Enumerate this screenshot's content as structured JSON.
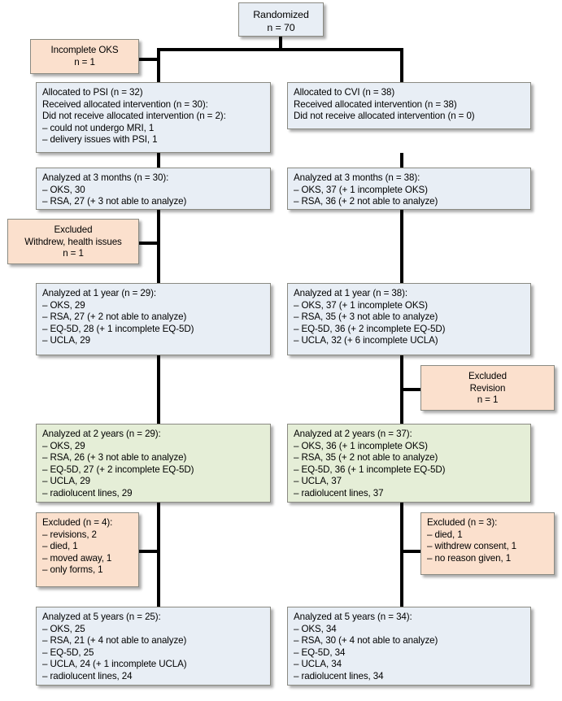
{
  "diagram": {
    "type": "consort-flow-diagram",
    "colors": {
      "allocation_box": "#e8eef5",
      "two_year_box": "#e5eed7",
      "excluded_box": "#fbe0cd",
      "line": "#000000",
      "border": "#8a8a82"
    },
    "arms": [
      "PSI",
      "CVI"
    ]
  },
  "randomized": {
    "line1": "Randomized",
    "line2": "n = 70"
  },
  "incomplete_oks": {
    "line1": "Incomplete OKS",
    "line2": "n = 1"
  },
  "allocation": {
    "left": [
      "Allocated to PSI (n = 32)",
      "Received allocated intervention (n = 30):",
      "Did not receive allocated intervention (n = 2):",
      "– could not undergo MRI, 1",
      "– delivery issues with PSI, 1"
    ],
    "right": [
      "Allocated to CVI (n = 38)",
      "Received allocated intervention (n = 38)",
      "Did not receive allocated intervention (n = 0)"
    ]
  },
  "three_months": {
    "left": [
      "Analyzed at 3 months (n = 30):",
      "– OKS, 30",
      "– RSA, 27 (+ 3 not able to analyze)"
    ],
    "right": [
      "Analyzed at 3 months (n = 38):",
      "– OKS, 37 (+ 1 incomplete OKS)",
      "– RSA, 36 (+ 2 not able to analyze)"
    ]
  },
  "excluded_withdrew": {
    "line1": "Excluded",
    "line2": "Withdrew, health issues",
    "line3": "n = 1"
  },
  "one_year": {
    "left": [
      "Analyzed at 1 year (n = 29):",
      "– OKS, 29",
      "– RSA, 27 (+ 2 not able to analyze)",
      "– EQ-5D, 28 (+ 1 incomplete EQ-5D)",
      "– UCLA, 29"
    ],
    "right": [
      "Analyzed at 1 year (n = 38):",
      "– OKS, 37 (+ 1 incomplete OKS)",
      "– RSA, 35 (+ 3 not able to analyze)",
      "– EQ-5D, 36 (+ 2 incomplete EQ-5D)",
      "– UCLA, 32 (+ 6 incomplete UCLA)"
    ]
  },
  "excluded_revision": {
    "line1": "Excluded",
    "line2": "Revision",
    "line3": "n = 1"
  },
  "two_years": {
    "left": [
      "Analyzed at 2 years (n = 29):",
      "– OKS, 29",
      "– RSA, 26 (+ 3 not able to analyze)",
      "– EQ-5D, 27 (+ 2 incomplete EQ-5D)",
      "– UCLA, 29",
      "– radiolucent lines, 29"
    ],
    "right": [
      "Analyzed at 2 years (n = 37):",
      "– OKS, 36 (+ 1 incomplete OKS)",
      "– RSA, 35 (+ 2 not able to analyze)",
      "– EQ-5D, 36 (+ 1 incomplete EQ-5D)",
      "– UCLA, 37",
      "– radiolucent lines, 37"
    ]
  },
  "excluded_left": [
    "Excluded (n = 4):",
    "– revisions, 2",
    "– died, 1",
    "– moved away, 1",
    "– only forms, 1"
  ],
  "excluded_right": [
    "Excluded (n = 3):",
    "– died, 1",
    "– withdrew consent, 1",
    "– no reason given, 1"
  ],
  "five_years": {
    "left": [
      "Analyzed at 5 years (n = 25):",
      "– OKS, 25",
      "– RSA, 21 (+ 4 not able to analyze)",
      "– EQ-5D, 25",
      "– UCLA, 24 (+ 1 incomplete UCLA)",
      "– radiolucent lines, 24"
    ],
    "right": [
      "Analyzed at 5 years (n = 34):",
      "– OKS, 34",
      "– RSA, 30 (+ 4 not able to analyze)",
      "– EQ-5D, 34",
      "– UCLA, 34",
      "– radiolucent lines, 34"
    ]
  }
}
